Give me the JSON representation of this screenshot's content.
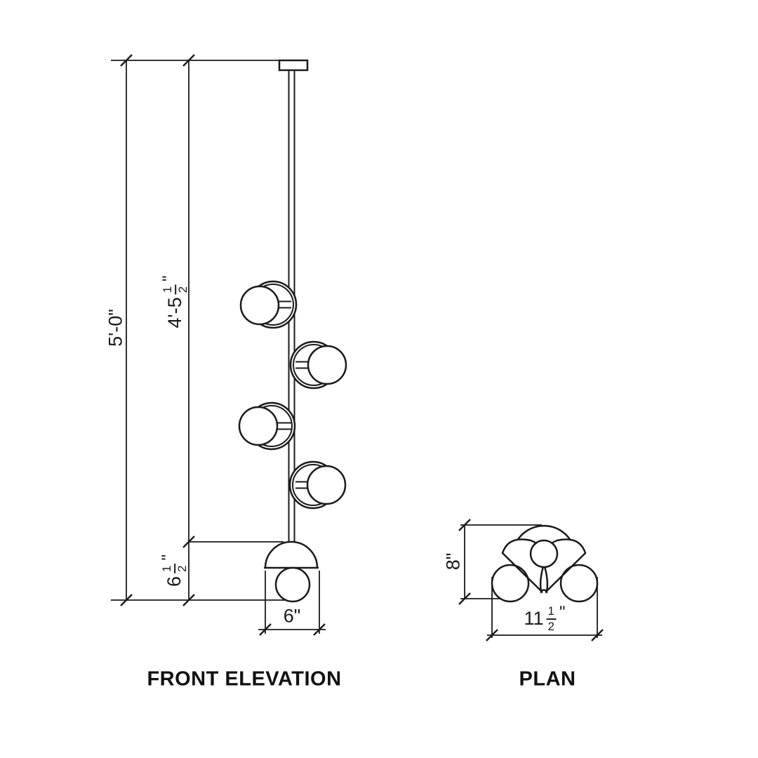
{
  "page": {
    "background": "#ffffff",
    "line_color": "#1a1a1a"
  },
  "front_elevation": {
    "title": "FRONT ELEVATION",
    "dims": {
      "overall_height": "5'-0\"",
      "drop_height": {
        "whole": "4'-5",
        "num": "1",
        "den": "2",
        "unit": "\""
      },
      "pendant_height": {
        "whole": "6",
        "num": "1",
        "den": "2",
        "unit": "\""
      },
      "pendant_width": "6\""
    }
  },
  "plan": {
    "title": "PLAN",
    "dims": {
      "depth": "8\"",
      "width": {
        "whole": "11",
        "num": "1",
        "den": "2",
        "unit": "\""
      }
    }
  }
}
